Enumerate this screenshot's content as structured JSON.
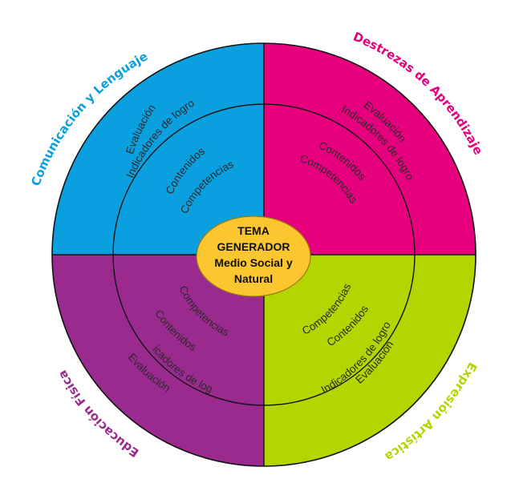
{
  "center": {
    "lines": [
      "TEMA",
      "GENERADOR",
      "Medio Social y",
      "Natural"
    ]
  },
  "quadrants": {
    "top_left": {
      "title": "Comunicación y Lenguaje",
      "outer": [
        "Evaluación",
        "Indicadores de logro"
      ],
      "inner": [
        "Contenidos",
        "Competencias"
      ],
      "color": "#0aa0e0",
      "title_color": "#0aa0e0"
    },
    "top_right": {
      "title": "Destrezas de Aprendizaje",
      "outer": [
        "Evaluación",
        "Indicadores de logro"
      ],
      "inner": [
        "Contenidos",
        "Competencias"
      ],
      "color": "#e6007e",
      "title_color": "#e6007e"
    },
    "bottom_left": {
      "title": "Educación Física",
      "outer": [
        "Evaluación",
        "Indicadores de logro"
      ],
      "inner": [
        "Contenidos",
        "Competencias"
      ],
      "color": "#9b2a8e",
      "title_color": "#9b2a8e"
    },
    "bottom_right": {
      "title": "Expresión Artística",
      "outer": [
        "Evaluación",
        "Indicadores de logro"
      ],
      "inner": [
        "Contenidos",
        "Competencias"
      ],
      "color": "#b3d600",
      "title_color": "#b3d600"
    }
  },
  "colors": {
    "center_fill": "#fcc62f",
    "center_stroke": "#9a7b12",
    "lines": "#111111"
  }
}
